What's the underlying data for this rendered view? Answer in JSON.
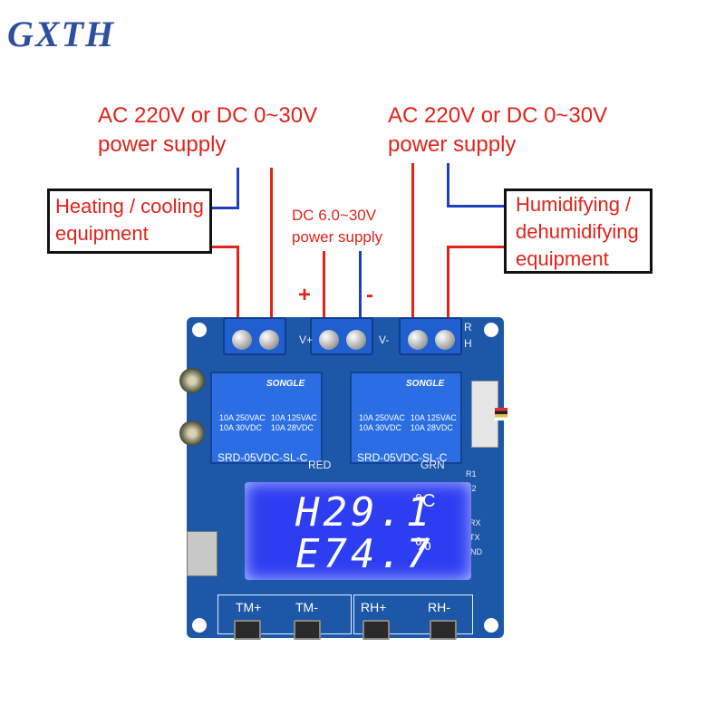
{
  "logo": "GXTH",
  "left_supply": {
    "line1": "AC 220V or DC 0~30V",
    "line2": "power supply"
  },
  "right_supply": {
    "line1": "AC 220V or DC 0~30V",
    "line2": "power supply"
  },
  "left_box": {
    "line1": "Heating / cooling",
    "line2": "equipment"
  },
  "right_box": {
    "line1": "Humidifying /",
    "line2": "dehumidifying",
    "line3": "equipment"
  },
  "center_supply": {
    "line1": "DC 6.0~30V",
    "line2": "power supply"
  },
  "polarity": {
    "plus": "+",
    "minus": "-"
  },
  "board": {
    "terminal_labels": {
      "vplus": "V+",
      "vminus": "V-",
      "r": "R",
      "h": "H"
    },
    "relay_brand": "SONGLE",
    "relay_spec_left": [
      "10A 250VAC",
      "10A 30VDC"
    ],
    "relay_spec_right": [
      "10A 125VAC",
      "10A 28VDC"
    ],
    "relay_model": "SRD-05VDC-SL-C",
    "led_red": "RED",
    "led_grn": "GRN",
    "r1": "R1",
    "r2": "R2",
    "rx": "RX",
    "tx": "TX",
    "gnd": "GND",
    "display": {
      "row1": "H29.1",
      "row1_unit": "°C",
      "row2": "E74.7",
      "row2_unit": "%"
    },
    "buttons": [
      "TM+",
      "TM-",
      "RH+",
      "RH-"
    ]
  },
  "colors": {
    "red": "#e2231a",
    "blue": "#1f3fbf",
    "pcb": "#1d57a8",
    "lcd": "#2d3df2"
  }
}
